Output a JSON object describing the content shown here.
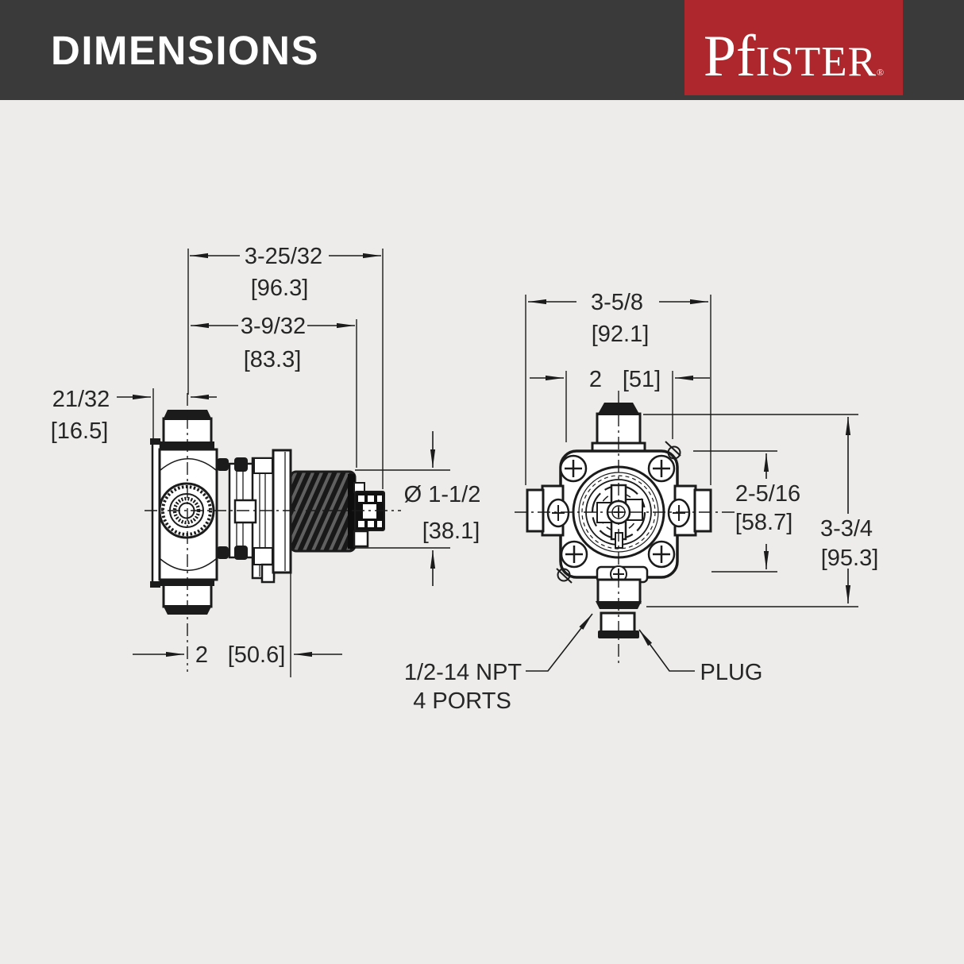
{
  "header": {
    "title": "DIMENSIONS",
    "bar_color": "#3b3a3a",
    "logo": {
      "part1": "Pf",
      "part2": "ISTER",
      "registered": "®",
      "bg_color": "#ad272d",
      "text_color": "#ffffff"
    }
  },
  "drawing": {
    "line_color": "#1b1b1b",
    "background_color": "#edecea",
    "side_view": {
      "dims": [
        {
          "name": "overall-depth",
          "inch": "3-25/32",
          "mm": "[96.3]"
        },
        {
          "name": "body-to-guard-depth",
          "inch": "3-9/32",
          "mm": "[83.3]"
        },
        {
          "name": "bracket-to-center-offset",
          "inch": "21/32",
          "mm": "[16.5]"
        },
        {
          "name": "center-to-flange-depth",
          "inch": "2",
          "mm": "[50.6]"
        },
        {
          "name": "guard-diameter",
          "inch": "Ø 1-1/2",
          "mm": "[38.1]"
        }
      ]
    },
    "front_view": {
      "dims": [
        {
          "name": "overall-width",
          "inch": "3-5/8",
          "mm": "[92.1]"
        },
        {
          "name": "mounting-width",
          "inch": "2",
          "mm": "[51]"
        },
        {
          "name": "plate-height",
          "inch": "2-5/16",
          "mm": "[58.7]"
        },
        {
          "name": "overall-height",
          "inch": "3-3/4",
          "mm": "[95.3]"
        }
      ],
      "callouts": {
        "ports_line1": "1/2-14 NPT",
        "ports_line2": "4 PORTS",
        "plug": "PLUG"
      }
    }
  }
}
